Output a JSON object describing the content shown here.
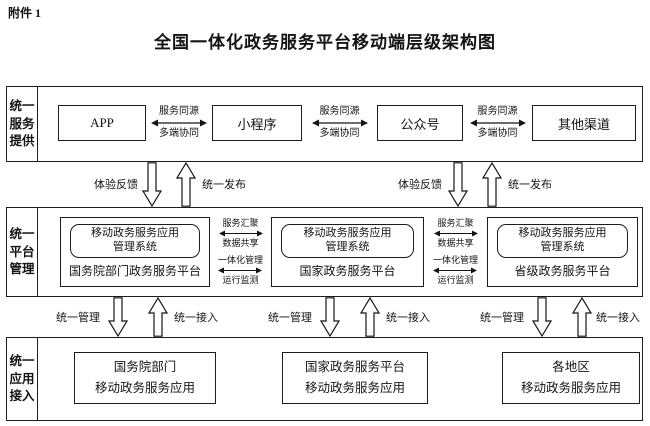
{
  "page": {
    "attachment": "附件 1",
    "title": "全国一体化政务服务平台移动端层级架构图"
  },
  "colors": {
    "line": "#1c1c1c",
    "background": "#ffffff"
  },
  "band1": {
    "label": [
      "统一",
      "服务",
      "提供"
    ],
    "channels": [
      "APP",
      "小程序",
      "公众号",
      "其他渠道"
    ],
    "link": {
      "top": "服务同源",
      "bottom": "多端协同"
    }
  },
  "publish_links": {
    "down": "体验反馈",
    "up": "统一发布"
  },
  "band2": {
    "label": [
      "统一",
      "平台",
      "管理"
    ],
    "systems": [
      {
        "system": [
          "移动政务服务应用",
          "管理系统"
        ],
        "platform": "国务院部门政务服务平台"
      },
      {
        "system": [
          "移动政务服务应用",
          "管理系统"
        ],
        "platform": "国家政务服务平台"
      },
      {
        "system": [
          "移动政务服务应用",
          "管理系统"
        ],
        "platform": "省级政务服务平台"
      }
    ],
    "links": [
      {
        "top": "服务汇聚",
        "bottom": "数据共享"
      },
      {
        "top": "一体化管理",
        "bottom": "运行监测"
      }
    ]
  },
  "access_links": {
    "down": "统一管理",
    "up": "统一接入"
  },
  "band3": {
    "label": [
      "统一",
      "应用",
      "接入"
    ],
    "apps": [
      [
        "国务院部门",
        "移动政务服务应用"
      ],
      [
        "国家政务服务平台",
        "移动政务服务应用"
      ],
      [
        "各地区",
        "移动政务服务应用"
      ]
    ]
  }
}
